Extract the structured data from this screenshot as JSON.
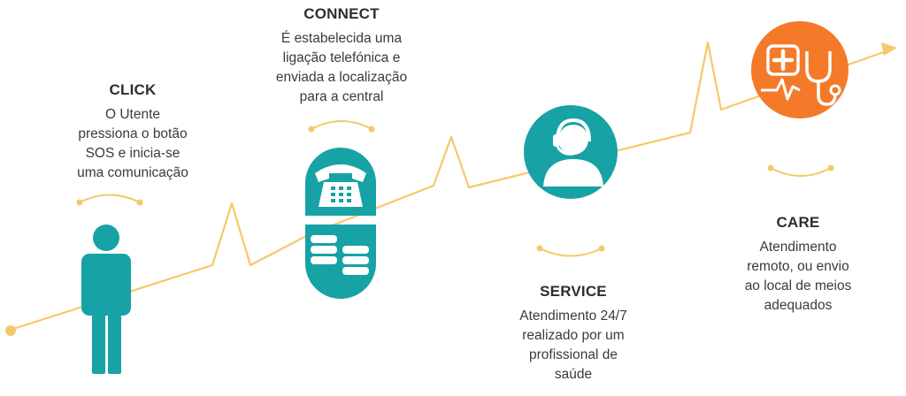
{
  "colors": {
    "teal": "#17a2a6",
    "teal_dark": "#138f93",
    "orange": "#f47a2a",
    "line": "#f6c86a",
    "text": "#333333"
  },
  "steps": [
    {
      "title": "CLICK",
      "description": "O Utente\npressiona o botão\nSOS e inicia-se\numa comunicação",
      "icon": "person-icon"
    },
    {
      "title": "CONNECT",
      "description": "É estabelecida uma\nligação telefónica e\nenviada a localização\npara a central",
      "icon": "telephone-icon"
    },
    {
      "title": "SERVICE",
      "description": "Atendimento 24/7\nrealizado por um\nprofissional de\nsaúde",
      "icon": "headset-operator-icon"
    },
    {
      "title": "CARE",
      "description": "Atendimento\nremoto, ou envio\nao local de meios\nadequados",
      "icon": "medical-stethoscope-icon"
    }
  ]
}
